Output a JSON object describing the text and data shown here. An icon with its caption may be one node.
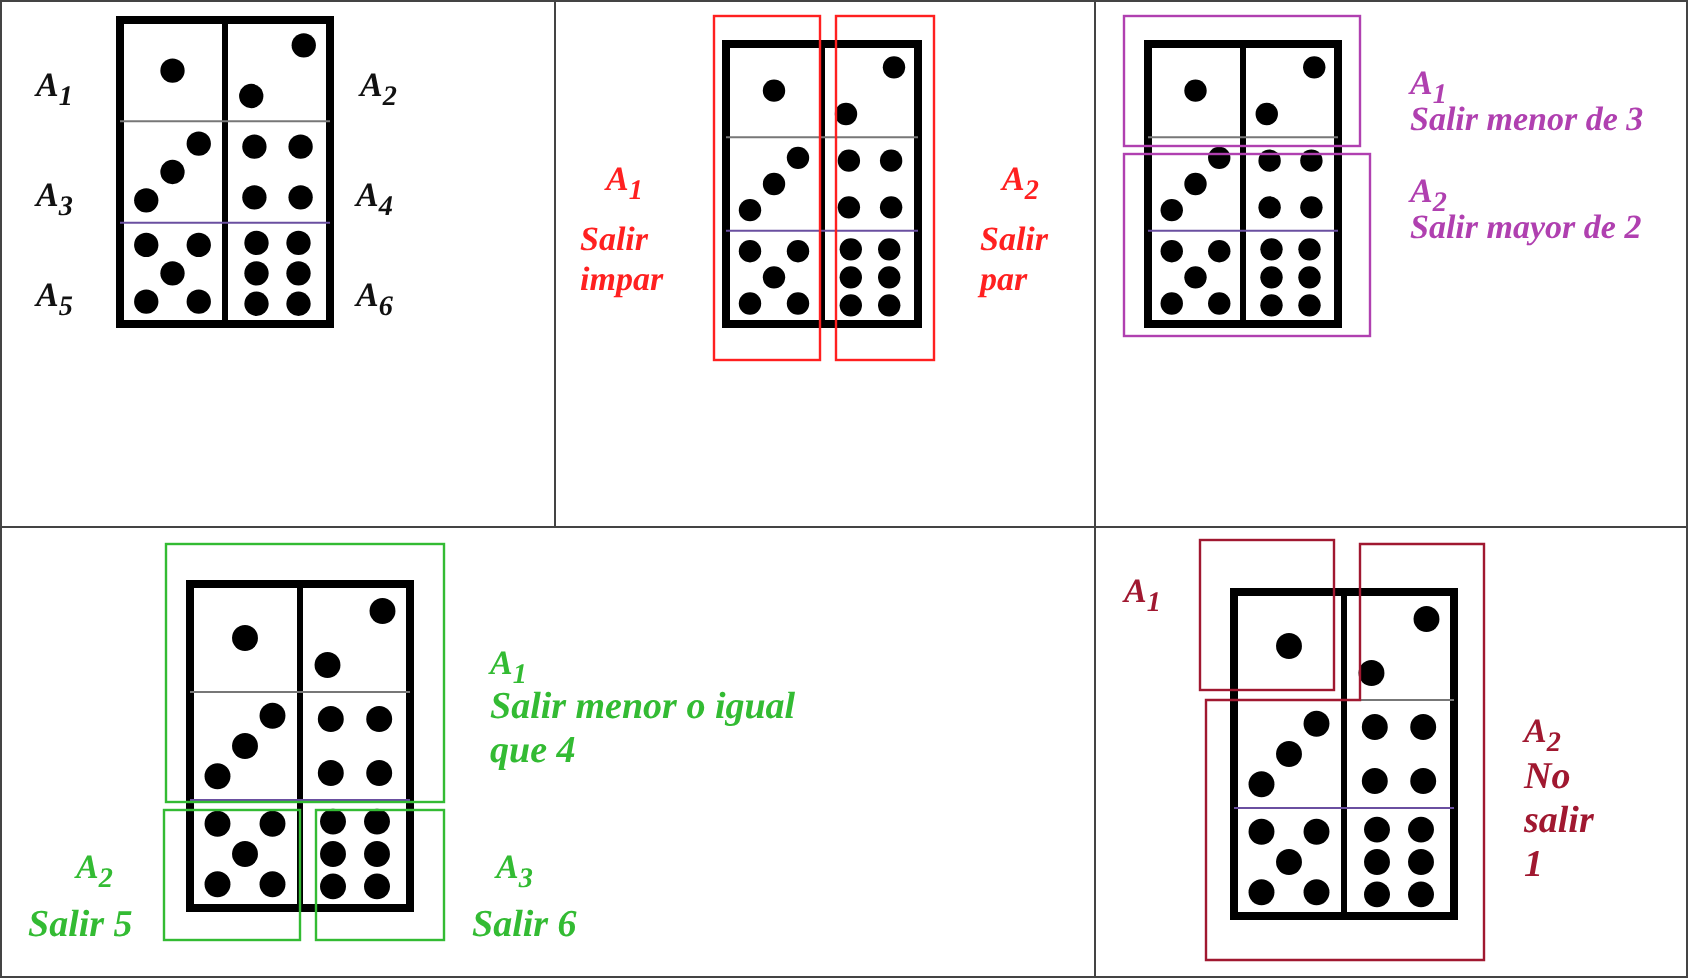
{
  "diagram": {
    "labels": [
      "A$_{1}$",
      "A$_{2}$",
      "A$_{3}$",
      "A$_{4}$",
      "A$_{5}$",
      "A$_{6}$",
      "A$_{1}$",
      "Salir impar",
      "A$_{2}$",
      "Salir par",
      "A$_{1}$",
      "Salir menor de 3",
      "A$_{2}$",
      "Salir mayor de 2",
      "A$_{1}$",
      "Salir menor o igual que 4",
      "A$_{2}$",
      "Salir 5",
      "A$_{3}$",
      "Salir 6",
      "A$_{1}$",
      "A$_{2}$",
      "No salir 1"
    ]
  }
}
